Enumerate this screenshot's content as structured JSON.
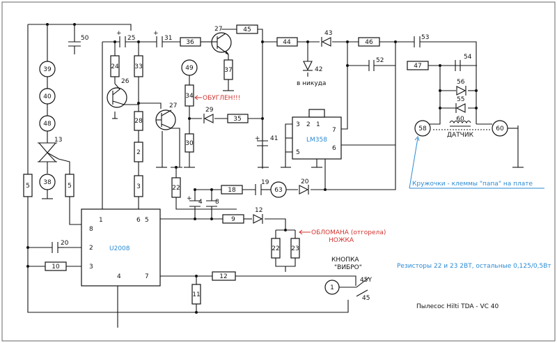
{
  "labels": {
    "r50": "50",
    "c25": "25",
    "c31": "31",
    "r36": "36",
    "q27a": "27",
    "r45a": "45",
    "r37": "37",
    "r44": "44",
    "d43": "43",
    "r46": "46",
    "c53": "53",
    "d42": "42",
    "c52": "52",
    "r47": "47",
    "c54": "54",
    "d56": "56",
    "d55": "55",
    "r60": "60",
    "n39": "39",
    "n40": "40",
    "n48": "48",
    "n13": "13",
    "n38": "38",
    "r5a": "5",
    "r5b": "5",
    "r24": "24",
    "r33": "33",
    "q26": "26",
    "n49": "49",
    "r34": "34",
    "q27b": "27",
    "r28": "28",
    "r2": "2",
    "r3": "3",
    "d29": "29",
    "r35": "35",
    "r30": "30",
    "c41": "41",
    "ic_p3": "3",
    "ic_p2": "2",
    "ic_p1": "1",
    "ic_p7": "7",
    "ic_p5": "5",
    "ic_p6": "6",
    "n58": "58",
    "n60": "60",
    "r22a": "22",
    "c4": "4",
    "c8": "8",
    "r18": "18",
    "c19": "19",
    "n63": "63",
    "d20": "20",
    "u_p1": "1",
    "u_p6": "6",
    "u_p5": "5",
    "u_p8": "8",
    "u_p2": "2",
    "u_p3": "3",
    "u_p4": "4",
    "u_p7": "7",
    "r9": "9",
    "d12": "12",
    "r22b": "22",
    "r23": "23",
    "c20": "20",
    "r10": "10",
    "r12": "12",
    "r11": "11",
    "n1": "1",
    "sw45y": "45Y",
    "sw45": "45"
  },
  "text": {
    "v_nikuda": "в никуда",
    "lm358": "LM358",
    "u2008": "U2008",
    "obuglen": "ОБУГЛЕН!!!",
    "datchik": "ДАТЧИК",
    "kruzhochki": "Кружочки  - клеммы \"папа\" на плате",
    "oblomana": "ОБЛОМАНА (отгорела)",
    "nozhka": "НОЖКА",
    "knopka": "КНОПКА",
    "vibro": "\"ВИБРО\"",
    "rezistory": "Резисторы 22 и 23 2ВТ, остальные 0,125/0,5Вт",
    "title": "Пылесос Hilti TDA - VC 40"
  },
  "colors": {
    "wire": "#111111",
    "annotation_red": "#d0312d",
    "annotation_blue": "#2a8ad4"
  }
}
